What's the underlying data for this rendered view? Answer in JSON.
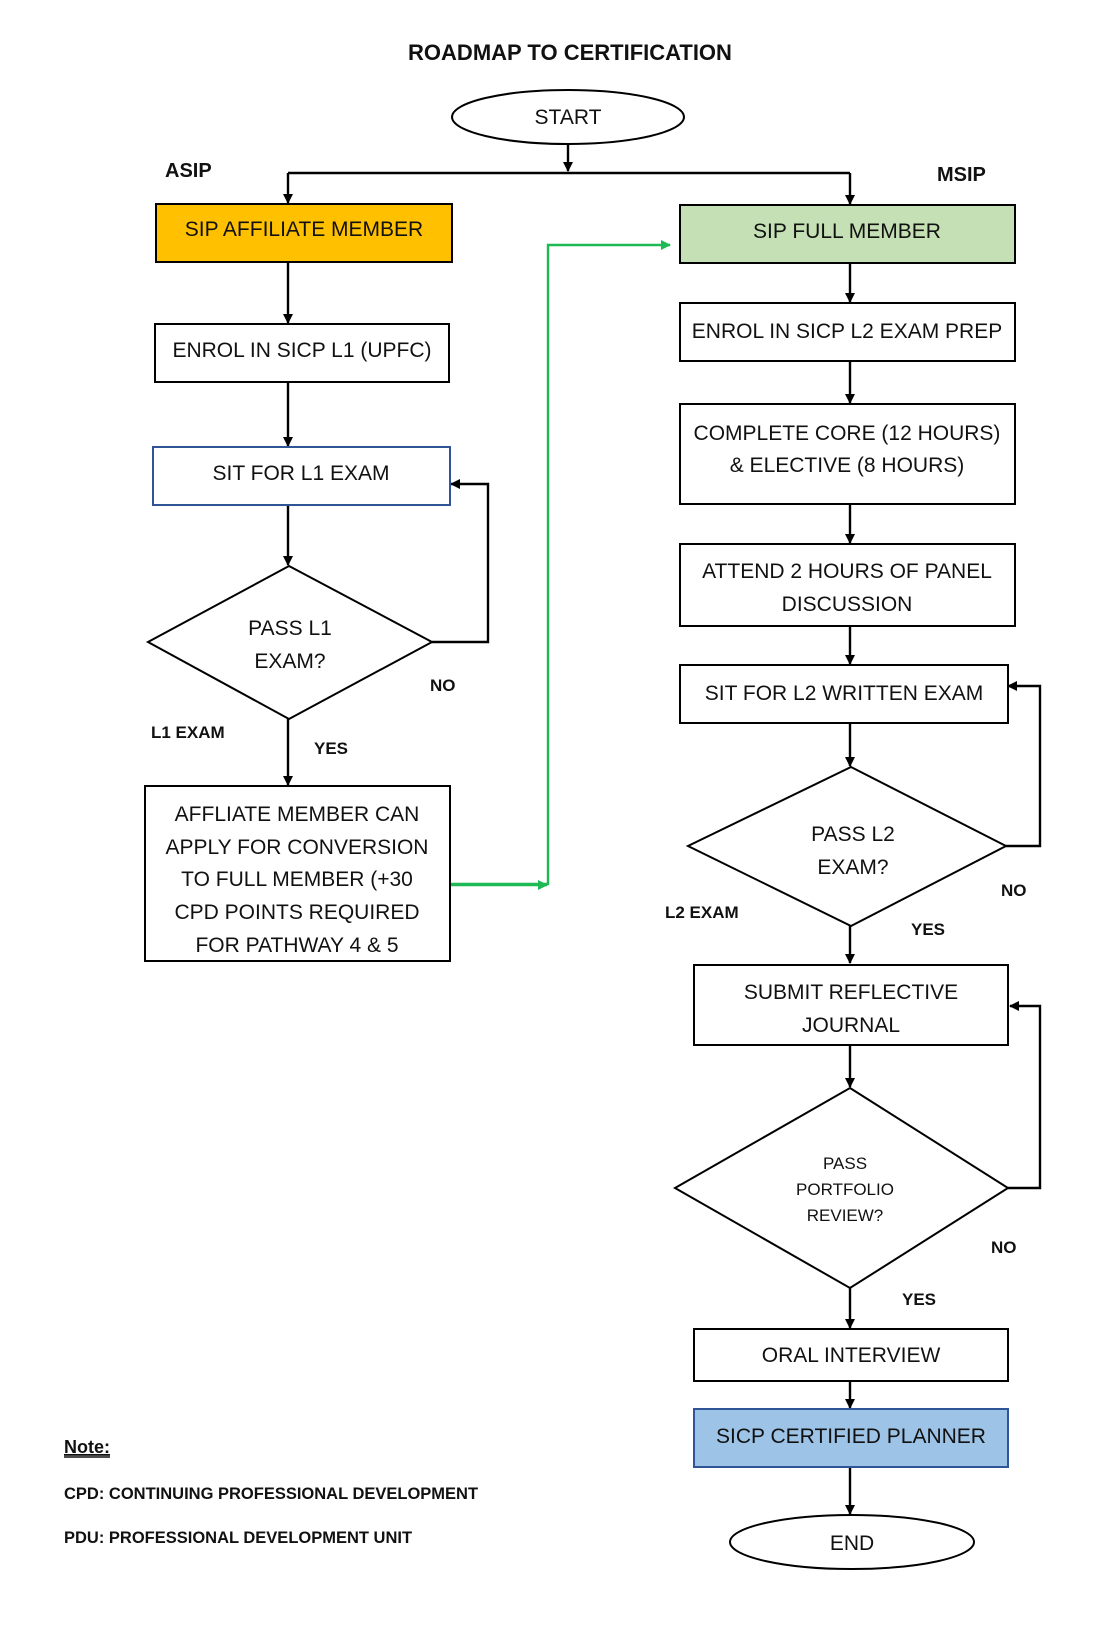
{
  "title": "ROADMAP TO CERTIFICATION",
  "colors": {
    "affiliate_fill": "#ffc000",
    "full_member_fill": "#c5e0b4",
    "certified_fill": "#9dc3e6",
    "sit_l1_border": "#2f5597",
    "certified_border": "#2f5597",
    "conversion_arrow": "#1db954"
  },
  "lanes": {
    "left": "ASIP",
    "right": "MSIP"
  },
  "nodes": {
    "start": "START",
    "affiliate": "SIP AFFILIATE MEMBER",
    "enrol_l1": "ENROL IN SICP L1 (UPFC)",
    "sit_l1": "SIT FOR L1 EXAM",
    "pass_l1": [
      "PASS L1",
      "EXAM?"
    ],
    "conversion": [
      "AFFLIATE MEMBER CAN",
      "APPLY FOR CONVERSION",
      "TO FULL MEMBER (+30",
      "CPD POINTS REQUIRED",
      "FOR PATHWAY 4 & 5"
    ],
    "full_member": "SIP FULL MEMBER",
    "enrol_l2": "ENROL IN SICP L2 EXAM PREP",
    "core": [
      "COMPLETE CORE (12 HOURS)",
      "& ELECTIVE (8 HOURS)"
    ],
    "panel": [
      "ATTEND 2 HOURS OF PANEL",
      "DISCUSSION"
    ],
    "sit_l2": "SIT FOR L2 WRITTEN EXAM",
    "pass_l2": [
      "PASS L2",
      "EXAM?"
    ],
    "journal": [
      "SUBMIT REFLECTIVE",
      "JOURNAL"
    ],
    "pass_portfolio": [
      "PASS",
      "PORTFOLIO",
      "REVIEW?"
    ],
    "oral": "ORAL INTERVIEW",
    "certified": "SICP CERTIFIED PLANNER",
    "end": "END"
  },
  "edge_labels": {
    "l1_no": "NO",
    "l1_yes": "YES",
    "l1_exam": "L1 EXAM",
    "l2_no": "NO",
    "l2_yes": "YES",
    "l2_exam": "L2 EXAM",
    "portfolio_no": "NO",
    "portfolio_yes": "YES"
  },
  "notes": {
    "heading": "Note:",
    "cpd": "CPD: CONTINUING PROFESSIONAL DEVELOPMENT",
    "pdu": "PDU: PROFESSIONAL DEVELOPMENT UNIT"
  }
}
